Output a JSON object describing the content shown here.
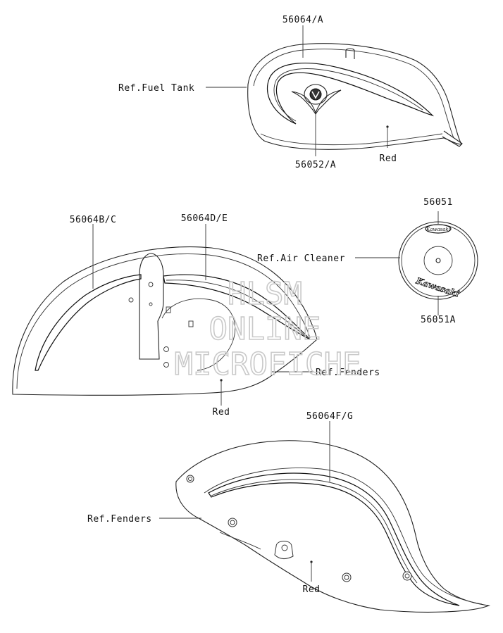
{
  "fuel_tank": {
    "part_top": "56064/A",
    "ref_label": "Ref.Fuel Tank",
    "part_emblem": "56052/A",
    "color_label": "Red"
  },
  "air_cleaner": {
    "part_top": "56051",
    "ref_label": "Ref.Air Cleaner",
    "part_bottom": "56051A",
    "logo_text": "Kawasaki"
  },
  "front_fender": {
    "part_left": "56064B/C",
    "part_right": "56064D/E",
    "ref_label": "Ref.Fenders",
    "color_label": "Red"
  },
  "rear_fender": {
    "part_top": "56064F/G",
    "ref_label": "Ref.Fenders",
    "color_label": "Red"
  },
  "watermark": {
    "line1": "HLSM",
    "line2": "ONLINE",
    "line3": "MICROFICHE"
  },
  "colors": {
    "line": "#222222",
    "background": "#ffffff",
    "watermark": "#c9c9c9"
  }
}
